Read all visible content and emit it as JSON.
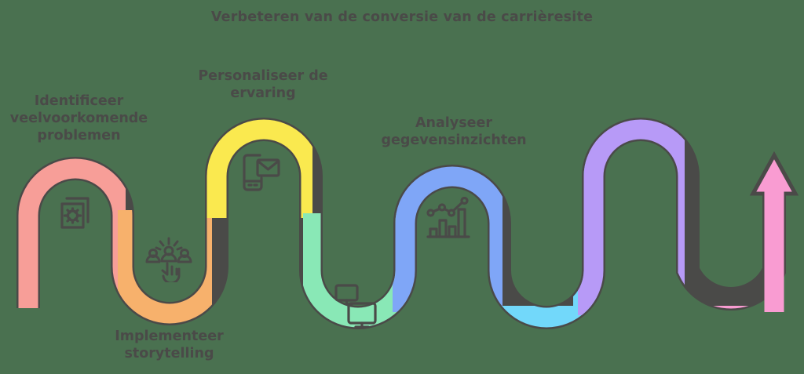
{
  "title": "Verbeteren van de conversie van de carrièresite",
  "theme": {
    "background": "#4a7150",
    "stroke": "#4a4a48",
    "text": "#4a4a48"
  },
  "steps": [
    {
      "id": "step-1",
      "label": "Identificeer\nveelvoorkomende\nproblemen",
      "label_lines": [
        "Identificeer",
        "veelvoorkomende",
        "problemen"
      ],
      "color": "#f79e98",
      "color_name": "salmon",
      "icon": "documents-bug-icon"
    },
    {
      "id": "step-2",
      "label": "Implementeer\nstorytelling",
      "label_lines": [
        "Implementeer",
        "storytelling"
      ],
      "color": "#f7b16c",
      "color_name": "orange",
      "icon": "people-idea-icon"
    },
    {
      "id": "step-3",
      "label": "Personaliseer de\nervaring",
      "label_lines": [
        "Personaliseer de",
        "ervaring"
      ],
      "color": "#fae94f",
      "color_name": "yellow",
      "icon": "mobile-email-icon"
    },
    {
      "id": "step-4",
      "label": "",
      "label_lines": [],
      "color": "#89e8b6",
      "color_name": "mint",
      "icon": "devices-icon"
    },
    {
      "id": "step-5",
      "label": "Analyseer\ngegevensinzichten",
      "label_lines": [
        "Analyseer",
        "gegevensinzichten"
      ],
      "color": "#7fa6f7",
      "color_name": "periwinkle",
      "icon": "bar-chart-trend-icon"
    },
    {
      "id": "step-6",
      "label": "",
      "label_lines": [],
      "color": "#72d8fa",
      "color_name": "cyan",
      "icon": ""
    },
    {
      "id": "step-7",
      "label": "",
      "label_lines": [],
      "color": "#b79af7",
      "color_name": "purple",
      "icon": ""
    },
    {
      "id": "step-8",
      "label": "",
      "label_lines": [],
      "color": "#f99cd2",
      "color_name": "pink",
      "icon": "arrow-up-icon"
    }
  ],
  "chart_data": {
    "type": "diagram",
    "subtype": "serpentine-roadmap",
    "title": "Verbeteren van de conversie van de carrièresite",
    "direction": "left-to-right, ending with upward arrow",
    "segment_count": 8,
    "labeled_stages": [
      "Identificeer veelvoorkomende problemen",
      "Implementeer storytelling",
      "Personaliseer de ervaring",
      "Analyseer gegevensinzichten"
    ],
    "segment_colors": [
      "#f79e98",
      "#f7b16c",
      "#fae94f",
      "#89e8b6",
      "#7fa6f7",
      "#72d8fa",
      "#b79af7",
      "#f99cd2"
    ],
    "icons": [
      "documents-bug-icon",
      "people-idea-icon",
      "mobile-email-icon",
      "devices-icon",
      "bar-chart-trend-icon"
    ],
    "legend": "none",
    "grid": false
  }
}
